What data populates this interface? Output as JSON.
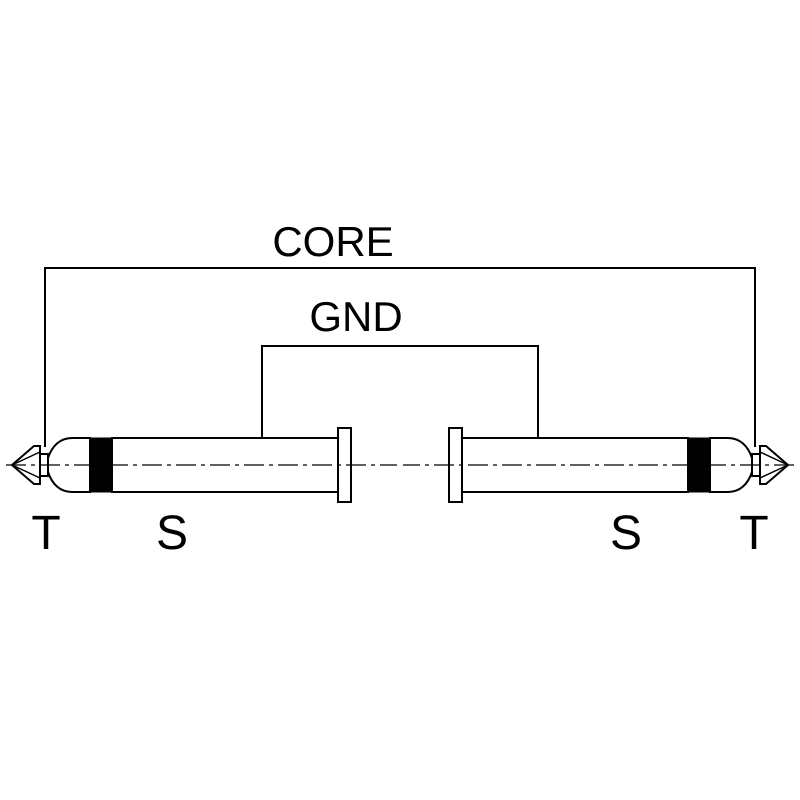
{
  "diagram": {
    "core_label": "CORE",
    "gnd_label": "GND",
    "left_plug": {
      "tip": "T",
      "sleeve": "S"
    },
    "right_plug": {
      "tip": "T",
      "sleeve": "S"
    },
    "colors": {
      "line": "#000000",
      "insulator": "#000000",
      "background": "#ffffff"
    }
  }
}
